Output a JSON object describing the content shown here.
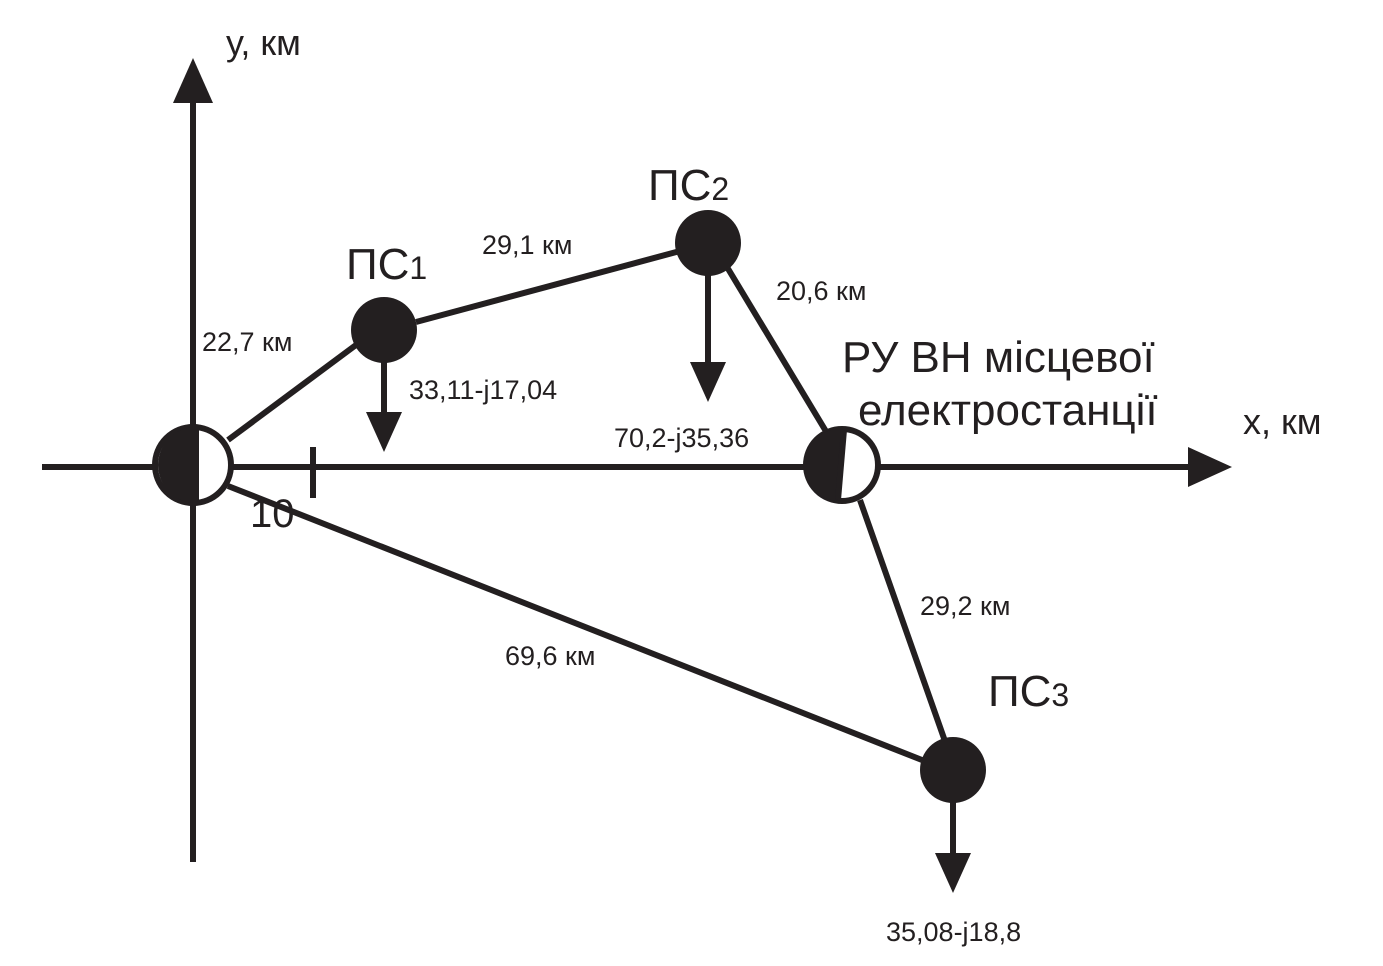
{
  "axes": {
    "x_label": "x, км",
    "y_label": "у, км",
    "scale_tick": "10"
  },
  "nodes": {
    "ps1": {
      "main": "ПС",
      "sub": "1"
    },
    "ps2": {
      "main": "ПС",
      "sub": "2"
    },
    "ps3": {
      "main": "ПС",
      "sub": "3"
    },
    "plant": {
      "line1": "РУ ВН місцевої",
      "line2": "електростанції"
    }
  },
  "lines": {
    "origin_ps1": "22,7 км",
    "ps1_ps2": "29,1 км",
    "ps2_plant": "20,6 км",
    "plant_ps3": "29,2 км",
    "origin_ps3": "69,6 км"
  },
  "loads": {
    "ps1": "33,11-j17,04",
    "ps2": "70,2-j35,36",
    "ps3": "35,08-j18,8"
  },
  "colors": {
    "ink": "#231f20",
    "background": "#ffffff"
  }
}
